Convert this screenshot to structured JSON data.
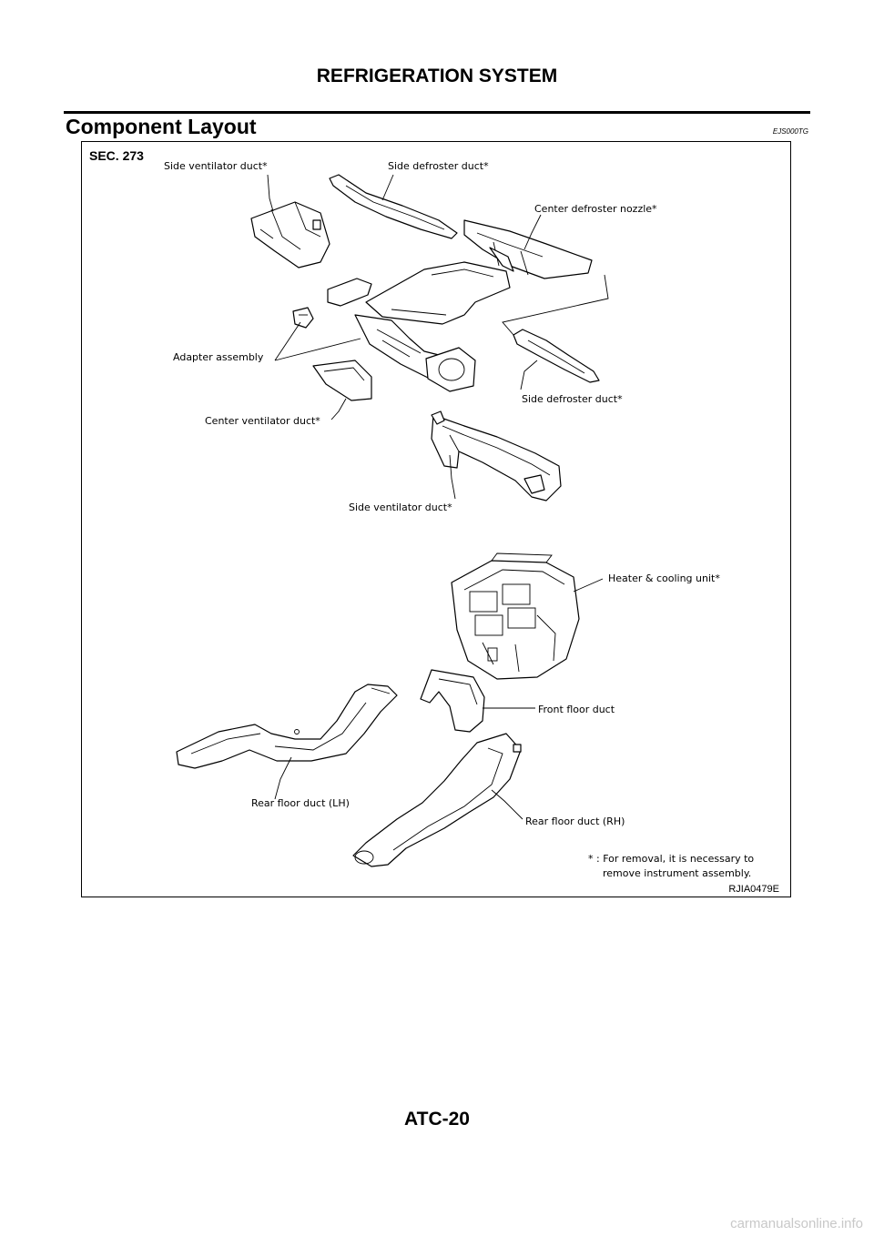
{
  "header": {
    "title": "REFRIGERATION SYSTEM"
  },
  "section": {
    "title": "Component Layout",
    "code": "EJS000TG"
  },
  "figure": {
    "sec_label": "SEC. 273",
    "labels": {
      "side_ventilator_duct_upper": "Side ventilator duct*",
      "side_defroster_duct_upper": "Side defroster duct*",
      "center_defroster_nozzle": "Center defroster nozzle*",
      "adapter_assembly": "Adapter assembly",
      "side_defroster_duct_lower": "Side defroster duct*",
      "center_ventilator_duct": "Center ventilator duct*",
      "side_ventilator_duct_lower": "Side ventilator duct*",
      "heater_cooling_unit": "Heater & cooling unit*",
      "front_floor_duct": "Front floor duct",
      "rear_floor_duct_lh": "Rear floor duct (LH)",
      "rear_floor_duct_rh": "Rear floor duct (RH)"
    },
    "note_line1": "* : For removal, it is necessary to",
    "note_line2": "remove instrument assembly.",
    "figure_id": "RJIA0479E"
  },
  "footer": {
    "page": "ATC-20"
  },
  "watermark": "carmanualsonline.info"
}
